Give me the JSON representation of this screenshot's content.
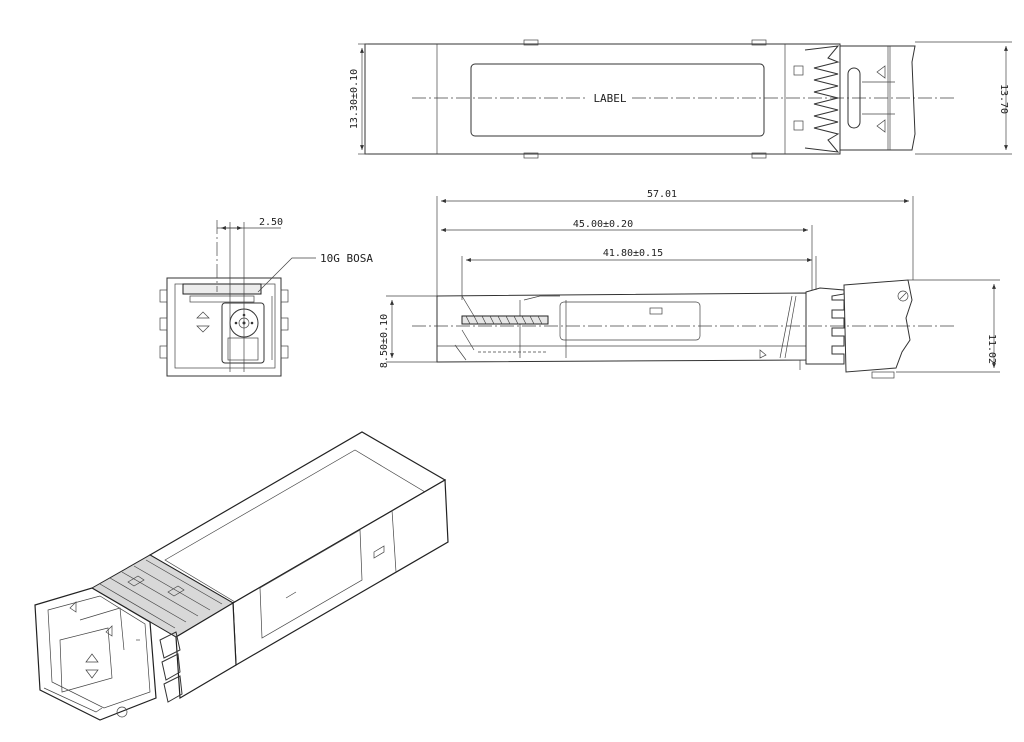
{
  "drawing": {
    "top_view": {
      "label_text": "LABEL",
      "height_dim": "13.30±0.10",
      "overall_height_dim": "13.70"
    },
    "front_view": {
      "offset_dim": "2.50",
      "bosa_callout": "10G BOSA"
    },
    "side_view": {
      "overall_length_dim": "57.01",
      "length_dim_1": "45.00±0.20",
      "length_dim_2": "41.80±0.15",
      "body_height_dim": "8.50±0.10",
      "overall_side_height_dim": "11.02"
    }
  }
}
